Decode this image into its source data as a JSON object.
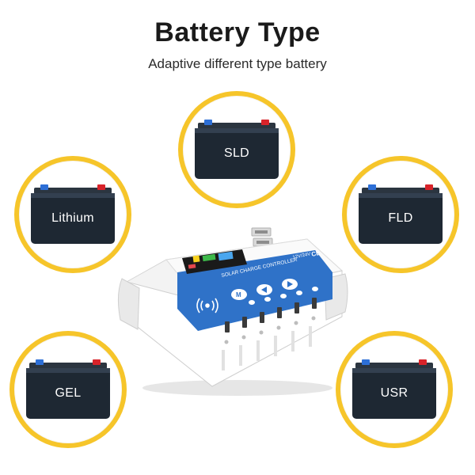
{
  "header": {
    "title": "Battery Type",
    "subtitle": "Adaptive different type battery"
  },
  "colors": {
    "ring": "#f6c52a",
    "battery_body": "#1e2833",
    "terminal_positive": "#d8232a",
    "terminal_negative": "#2d6fd6",
    "controller_panel": "#2f72c8"
  },
  "batteries": [
    {
      "label": "SLD"
    },
    {
      "label": "Lithium"
    },
    {
      "label": "FLD"
    },
    {
      "label": "GEL"
    },
    {
      "label": "USR"
    }
  ],
  "controller": {
    "panel_text": "SOLAR CHARGE CONTROLLER",
    "voltage_text": "12V/24V",
    "ce_mark": "CE",
    "button_m": "M"
  }
}
